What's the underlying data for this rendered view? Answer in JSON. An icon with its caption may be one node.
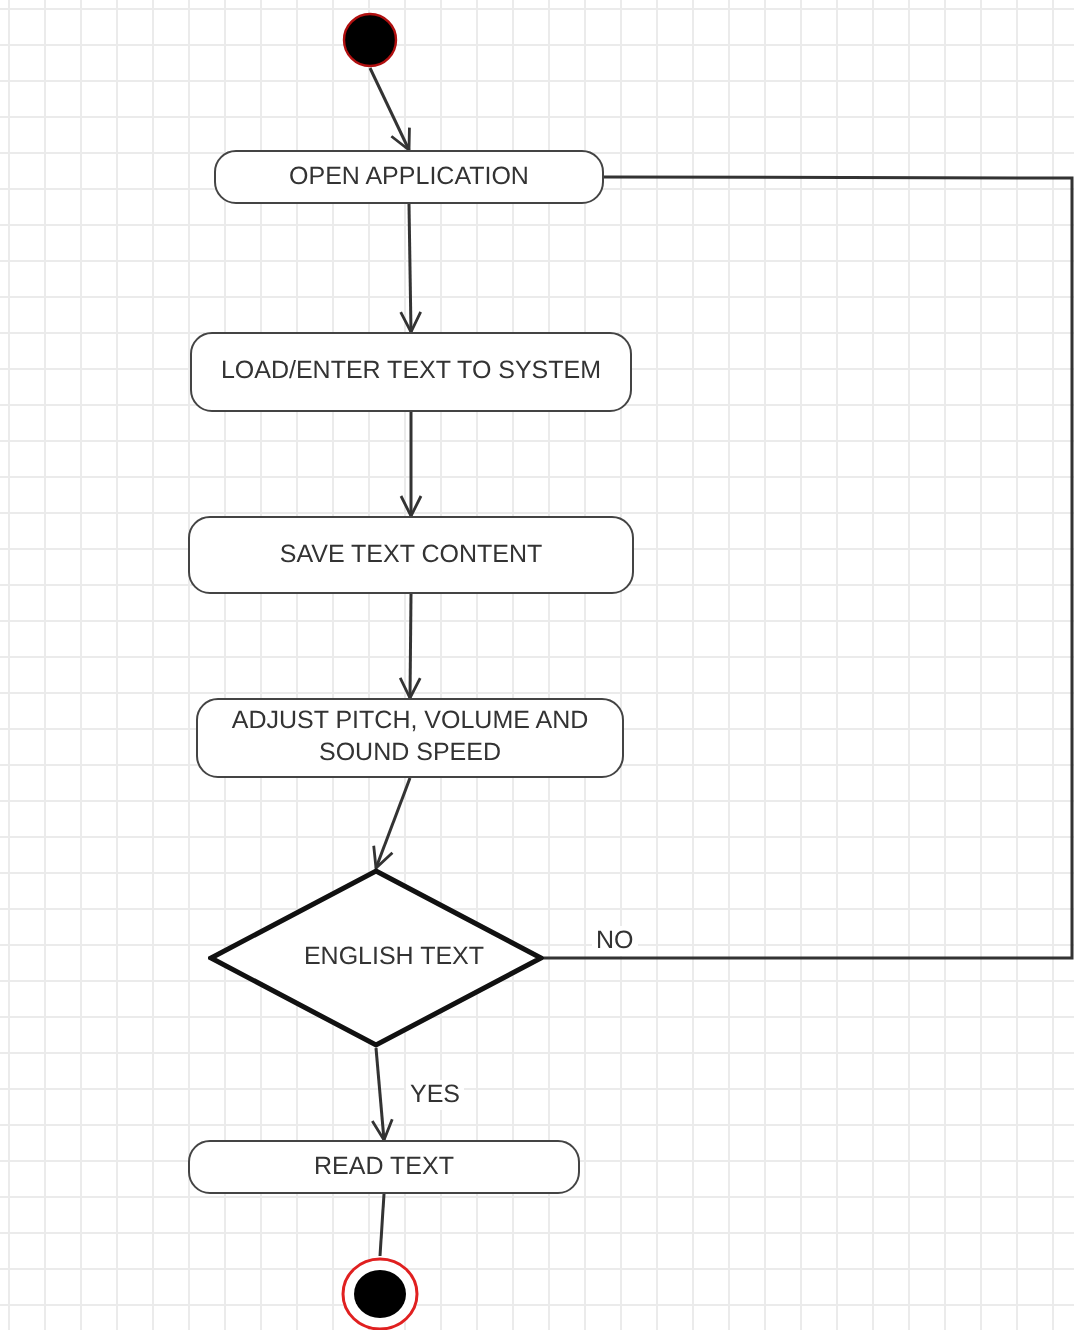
{
  "diagram": {
    "nodes": [
      {
        "text": [],
        "shape": "circle"
      },
      {
        "text": [
          "OPEN  APPLICATION"
        ]
      },
      {
        "text": [
          "LOAD/ENTER TEXT TO SYSTEM"
        ]
      },
      {
        "text": [
          "SAVE TEXT CONTENT"
        ]
      },
      {
        "text": [
          "ADJUST PITCH, VOLUME AND SOUND SPEED"
        ]
      },
      {
        "text": [
          "ENGLISH TEXT"
        ]
      },
      {
        "text": [
          "READ TEXT"
        ]
      },
      {
        "text": [],
        "shape": "circle"
      }
    ],
    "edges": [
      {
        "from": 0,
        "to": 1,
        "arrow": "to"
      },
      {
        "from": 1,
        "to": 2,
        "arrow": "to"
      },
      {
        "from": 2,
        "to": 3,
        "arrow": "to"
      },
      {
        "from": 3,
        "to": 4,
        "arrow": "to"
      },
      {
        "from": 4,
        "to": 5,
        "arrow": "to"
      },
      {
        "from": 5,
        "to": 6,
        "arrow": "to",
        "label": "YES"
      },
      {
        "from": 5,
        "to": 1,
        "arrow": "none",
        "label": "NO"
      },
      {
        "from": 6,
        "to": 7,
        "arrow": "none"
      }
    ]
  }
}
